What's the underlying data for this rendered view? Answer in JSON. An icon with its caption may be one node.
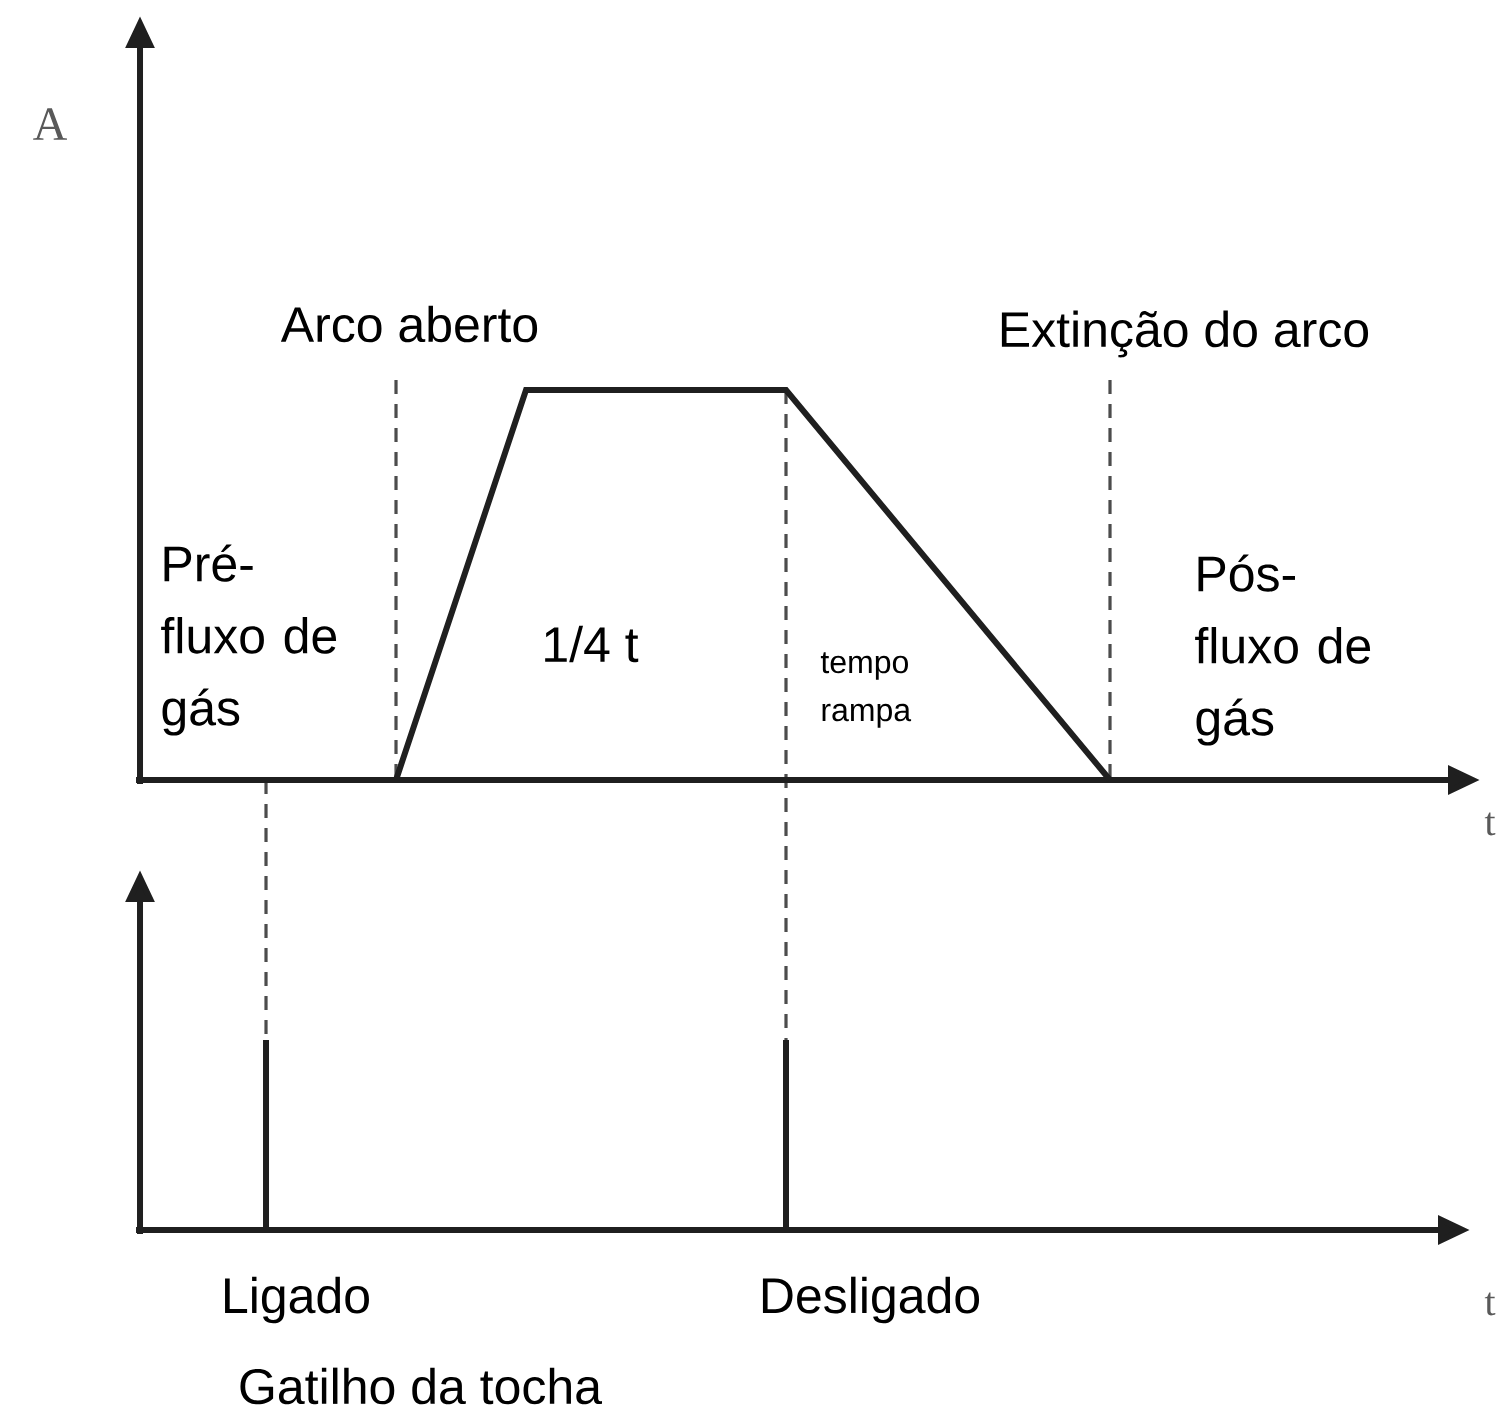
{
  "diagram": {
    "labels": [
      "A",
      "Arco aberto",
      "Extinção do arco",
      "Pré- fluxo de gás",
      "1/4 t",
      "tempo rampa",
      "Pós- fluxo de gás",
      "t",
      "t",
      "Ligado",
      "Desligado",
      "Gatilho da tocha"
    ]
  }
}
